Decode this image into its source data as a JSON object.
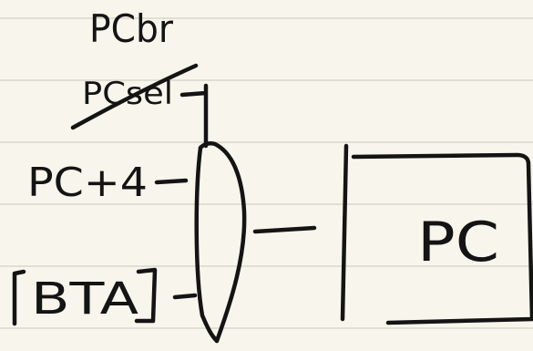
{
  "labels": {
    "pc_br": "PCbr",
    "pc_sel": "PCsel",
    "pc_plus_4": "PC+4",
    "bta": "BTA",
    "pc": "PC"
  }
}
